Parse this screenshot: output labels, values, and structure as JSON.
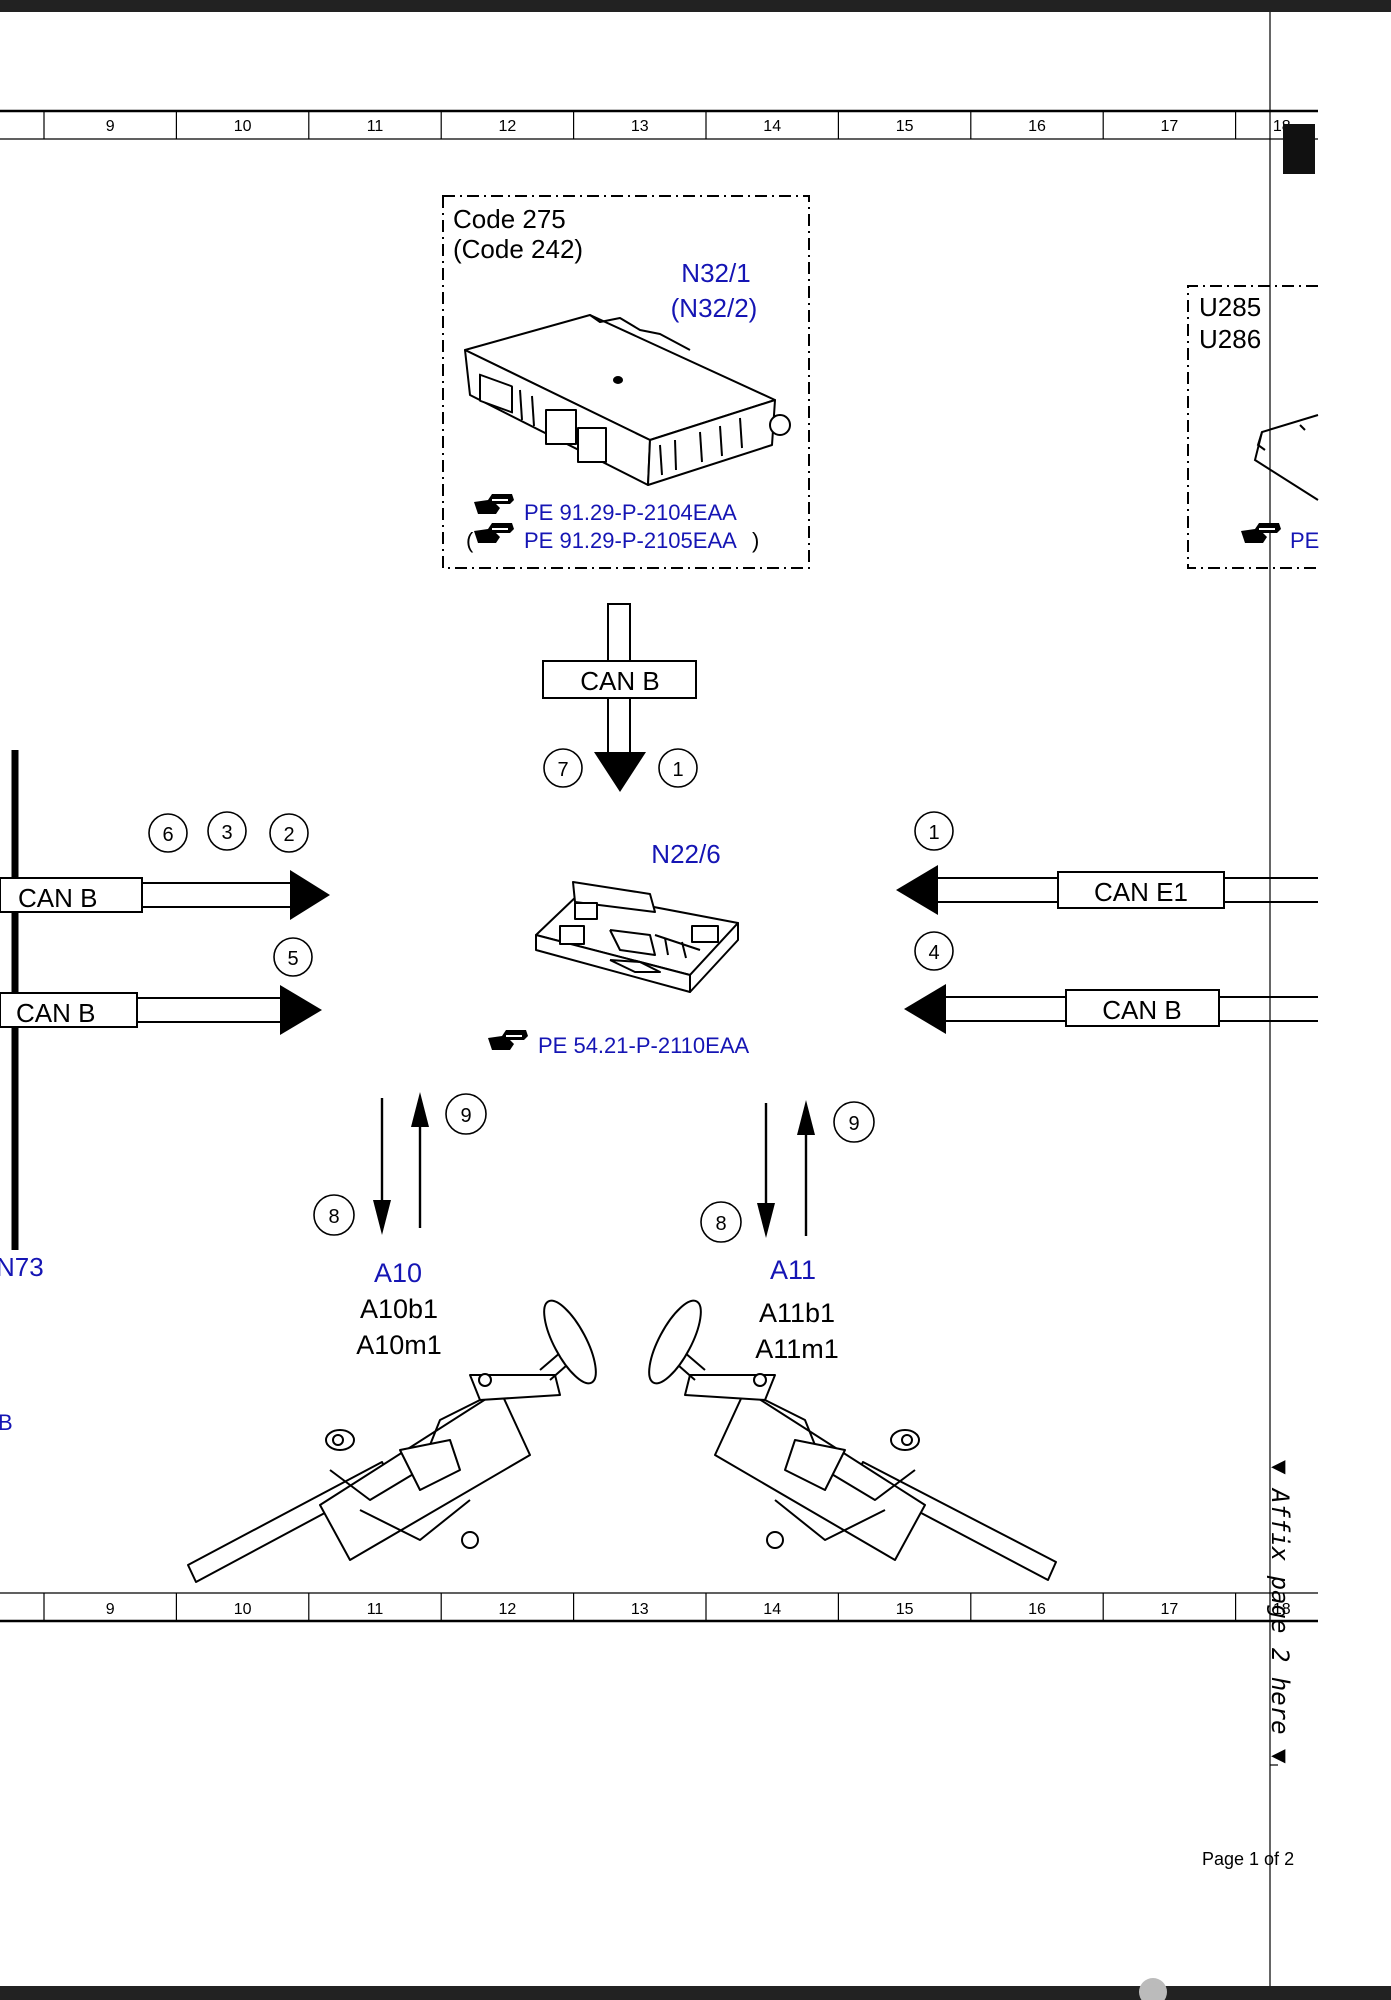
{
  "grid": {
    "columns": [
      "9",
      "10",
      "11",
      "12",
      "13",
      "14",
      "15",
      "16",
      "17",
      "18"
    ]
  },
  "colors": {
    "link_blue": "#1515b4",
    "ink": "#000000"
  },
  "boxes": {
    "module_box": {
      "code_line1": "Code 275",
      "code_line2": "(Code 242)",
      "part": "N32/1",
      "part_alt": "(N32/2)",
      "ref1": "PE 91.29-P-2104EAA",
      "ref2": "PE 91.29-P-2105EAA",
      "ref2_open": "(",
      "ref2_close": ")"
    },
    "u_box": {
      "line1": "U285",
      "line2": "U286",
      "ref_partial": "PE"
    }
  },
  "center_module": {
    "label": "N22/6",
    "ref": "PE 54.21-P-2110EAA"
  },
  "bus_labels": {
    "top": "CAN B",
    "left_upper": "CAN B",
    "left_lower": "CAN B",
    "right_upper": "CAN E1",
    "right_lower": "CAN B"
  },
  "circle_numbers": {
    "top_left": "7",
    "top_right": "1",
    "left_a": "6",
    "left_b": "3",
    "left_c": "2",
    "left_lower": "5",
    "right_upper": "1",
    "right_lower": "4",
    "a10_down": "8",
    "a10_up": "9",
    "a11_down": "8",
    "a11_up": "9"
  },
  "actuators": {
    "a10": {
      "label": "A10",
      "sub1": "A10b1",
      "sub2": "A10m1"
    },
    "a11": {
      "label": "A11",
      "sub1": "A11b1",
      "sub2": "A11m1"
    }
  },
  "left_edge": {
    "label_n73": "N73",
    "label_b": "B"
  },
  "side_note": "▼ Affix page 2 here ▼",
  "footer": {
    "page": "Page 1 of 2"
  }
}
